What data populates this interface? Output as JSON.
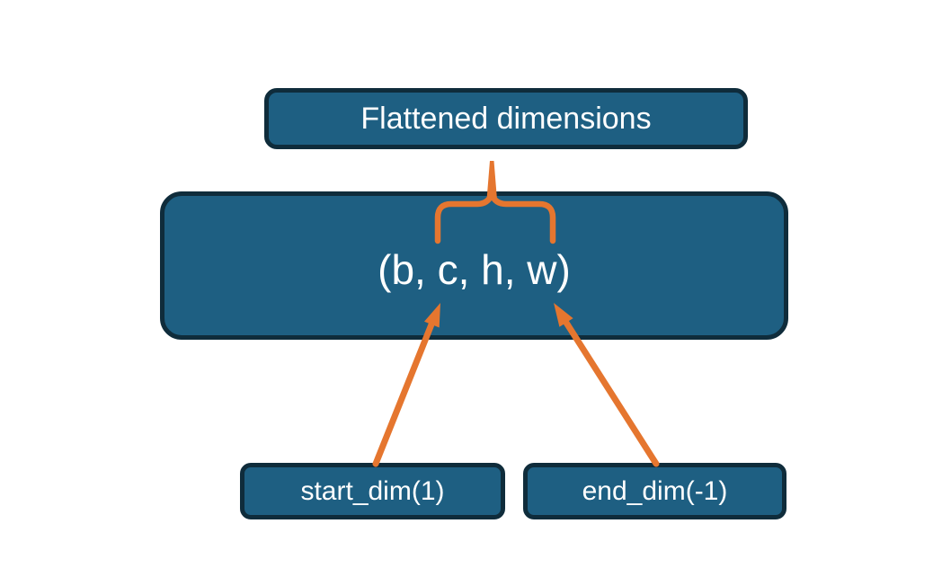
{
  "diagram": {
    "title_box": {
      "label": "Flattened dimensions"
    },
    "tensor_box": {
      "label": "(b, c, h, w)"
    },
    "start_dim_box": {
      "label": "start_dim(1)"
    },
    "end_dim_box": {
      "label": "end_dim(-1)"
    },
    "icons": {
      "brace": "curly-brace-up",
      "arrows": "orange-arrows-pointing-to-dims"
    }
  },
  "colors": {
    "background": "#FFFFFF",
    "box_fill": "#1E5F82",
    "box_border": "#0F2C3B",
    "accent_orange": "#E5762F",
    "text": "#FFFFFF"
  }
}
